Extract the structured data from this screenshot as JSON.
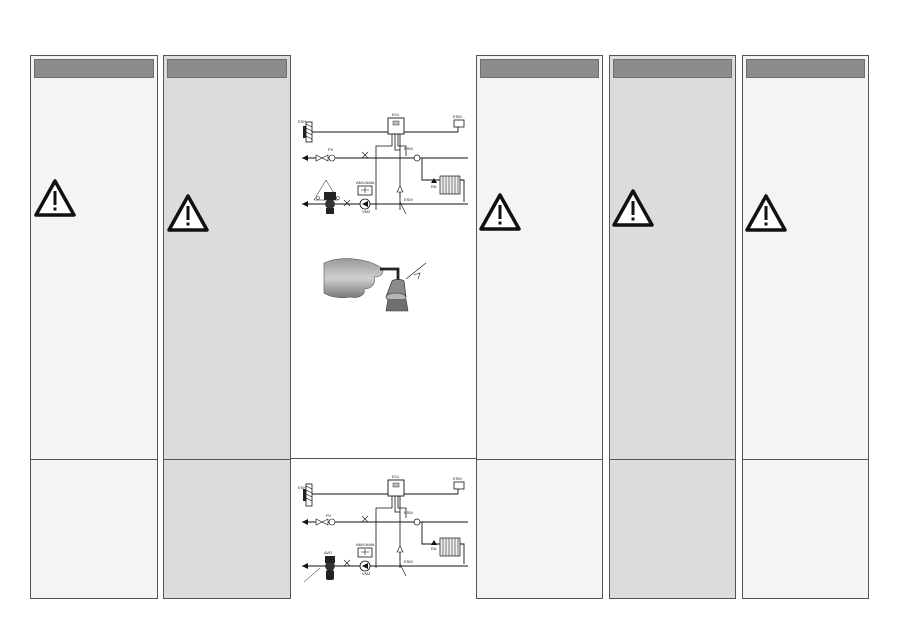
{
  "icons": {
    "warning": "warning-triangle-icon",
    "hand": "hand-tool-icon"
  },
  "diagram_top": {
    "labels": {
      "ess": "ESH",
      "ecl": "ECL",
      "esm": "ESM",
      "esm_r": "ESM",
      "esm_lower": "ESM",
      "pv": "PV",
      "amv": "AMV/AMA",
      "ra": "RA",
      "vm2": "VM2"
    }
  },
  "diagram_bottom": {
    "labels": {
      "ess": "ESH",
      "ecl": "ECL",
      "esm": "ESM",
      "esm_r": "ESM",
      "esm_lower": "ESM",
      "pv": "PV",
      "amv": "AMV/AMA",
      "avd": "AVD",
      "ra": "RA",
      "vm2": "VM2"
    }
  },
  "colors": {
    "header_bar": "#8c8c8c",
    "panel_light": "#f4f4f4",
    "panel_dark": "#dcdcdc",
    "border": "#555555"
  }
}
